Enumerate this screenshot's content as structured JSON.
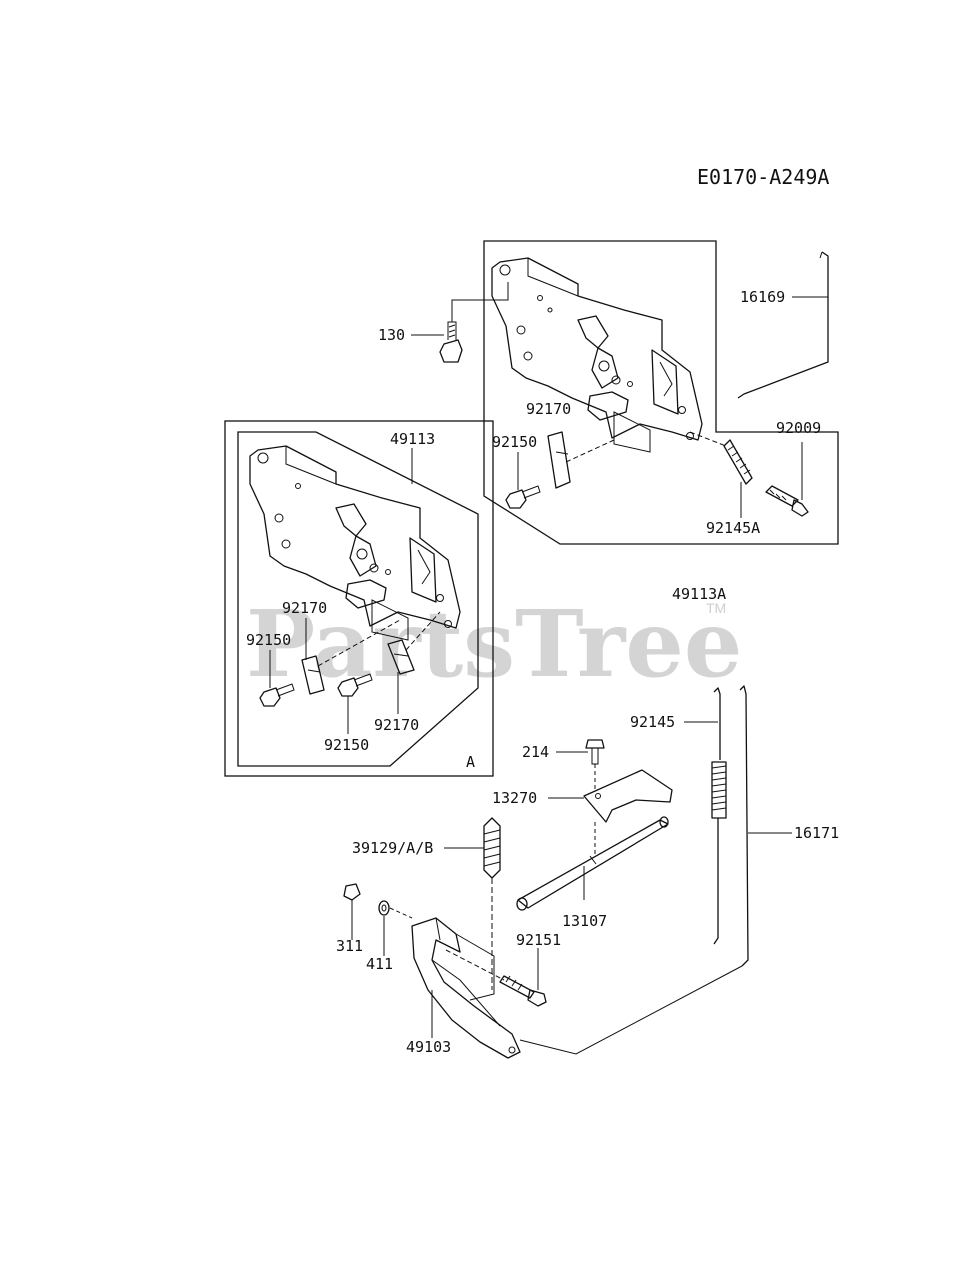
{
  "diagram": {
    "code": "E0170-A249A",
    "watermark": "PartsTree",
    "watermark_tm": "TM",
    "inset_letter": "A",
    "labels": {
      "p16169": "16169",
      "p130": "130",
      "p92170_top": "92170",
      "p92150_top": "92150",
      "p92009": "92009",
      "p92145A": "92145A",
      "p49113": "49113",
      "p92170_left": "92170",
      "p92150_left": "92150",
      "p92170_bottom": "92170",
      "p92150_bottom": "92150",
      "p49113A": "49113A",
      "p92145": "92145",
      "p214": "214",
      "p13270": "13270",
      "p16171": "16171",
      "p39129": "39129/A/B",
      "p13107": "13107",
      "p311": "311",
      "p411": "411",
      "p92151": "92151",
      "p49103": "49103"
    }
  }
}
